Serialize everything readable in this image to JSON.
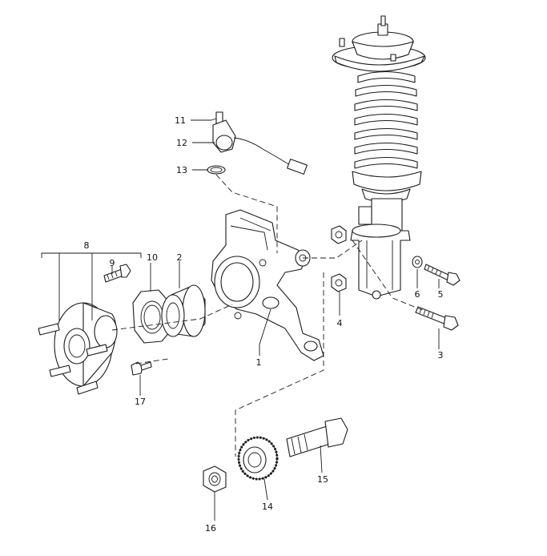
{
  "diagram": {
    "callouts": [
      {
        "id": "1",
        "text": "1"
      },
      {
        "id": "2",
        "text": "2"
      },
      {
        "id": "3",
        "text": "3"
      },
      {
        "id": "4",
        "text": "4"
      },
      {
        "id": "5",
        "text": "5"
      },
      {
        "id": "6",
        "text": "6"
      },
      {
        "id": "8",
        "text": "8"
      },
      {
        "id": "9",
        "text": "9"
      },
      {
        "id": "10",
        "text": "10"
      },
      {
        "id": "11",
        "text": "11"
      },
      {
        "id": "12",
        "text": "12"
      },
      {
        "id": "13",
        "text": "13"
      },
      {
        "id": "14",
        "text": "14"
      },
      {
        "id": "15",
        "text": "15"
      },
      {
        "id": "16",
        "text": "16"
      },
      {
        "id": "17",
        "text": "17"
      }
    ]
  }
}
